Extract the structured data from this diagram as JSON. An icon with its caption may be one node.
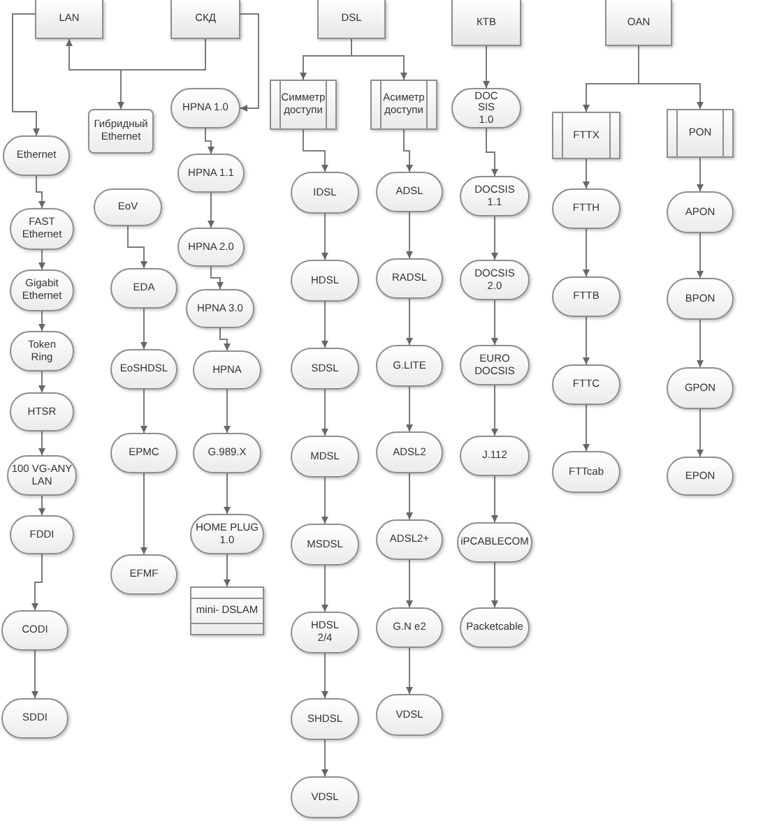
{
  "diagram": {
    "nodes": [
      {
        "text": [
          "LAN"
        ]
      },
      {
        "text": [
          "СКД"
        ]
      },
      {
        "text": [
          "DSL"
        ]
      },
      {
        "text": [
          "КТВ"
        ]
      },
      {
        "text": [
          "OAN"
        ]
      },
      {
        "text": [
          "Ethernet"
        ]
      },
      {
        "text": [
          "FAST Ethernet"
        ]
      },
      {
        "text": [
          "Gigabit Ethernet"
        ]
      },
      {
        "text": [
          "Token Ring"
        ]
      },
      {
        "text": [
          "HTSR"
        ]
      },
      {
        "text": [
          "100 VG-ANY LAN"
        ]
      },
      {
        "text": [
          "FDDI"
        ]
      },
      {
        "text": [
          "CODI"
        ]
      },
      {
        "text": [
          "SDDI"
        ]
      },
      {
        "text": [
          "Гибридный Ethernet"
        ]
      },
      {
        "text": [
          "EoV"
        ]
      },
      {
        "text": [
          "EDA"
        ]
      },
      {
        "text": [
          "EoSHDSL"
        ]
      },
      {
        "text": [
          "EPMC"
        ]
      },
      {
        "text": [
          "EFMF"
        ]
      },
      {
        "text": [
          "HPNA 1.0"
        ]
      },
      {
        "text": [
          "HPNA 1.1"
        ]
      },
      {
        "text": [
          "HPNA 2.0"
        ]
      },
      {
        "text": [
          "HPNA 3.0"
        ]
      },
      {
        "text": [
          "HPNA"
        ]
      },
      {
        "text": [
          "G.989.X"
        ]
      },
      {
        "text": [
          "HOME PLUG 1.0"
        ]
      },
      {
        "text": [
          "mini- DSLAM"
        ]
      },
      {
        "text": [
          "Симметр доступи"
        ]
      },
      {
        "text": [
          "IDSL"
        ]
      },
      {
        "text": [
          "HDSL"
        ]
      },
      {
        "text": [
          "SDSL"
        ]
      },
      {
        "text": [
          "MDSL"
        ]
      },
      {
        "text": [
          "MSDSL"
        ]
      },
      {
        "text": [
          "HDSL 2/4"
        ]
      },
      {
        "text": [
          "SHDSL"
        ]
      },
      {
        "text": [
          "VDSL"
        ]
      },
      {
        "text": [
          "Асиметр доступи"
        ]
      },
      {
        "text": [
          "ADSL"
        ]
      },
      {
        "text": [
          "RADSL"
        ]
      },
      {
        "text": [
          "G.LITE"
        ]
      },
      {
        "text": [
          "ADSL2"
        ]
      },
      {
        "text": [
          "ADSL2+"
        ]
      },
      {
        "text": [
          "G.N e2"
        ]
      },
      {
        "text": [
          "VDSL"
        ]
      },
      {
        "text": [
          "DOC SIS 1.0"
        ]
      },
      {
        "text": [
          "DOCSIS 1.1"
        ]
      },
      {
        "text": [
          "DOCSIS 2.0"
        ]
      },
      {
        "text": [
          "EURO DOCSIS"
        ]
      },
      {
        "text": [
          "J.112"
        ]
      },
      {
        "text": [
          "iPCABLECOM"
        ]
      },
      {
        "text": [
          "Packetcable"
        ]
      },
      {
        "text": [
          "FTTX"
        ]
      },
      {
        "text": [
          "FTTH"
        ]
      },
      {
        "text": [
          "FTTB"
        ]
      },
      {
        "text": [
          "FTTC"
        ]
      },
      {
        "text": [
          "FTTcab"
        ]
      },
      {
        "text": [
          "PON"
        ]
      },
      {
        "text": [
          "APON"
        ]
      },
      {
        "text": [
          "BPON"
        ]
      },
      {
        "text": [
          "GPON"
        ]
      },
      {
        "text": [
          "EPON"
        ]
      }
    ],
    "edges": [
      {
        "from": 0,
        "to": 5,
        "arrow": "to"
      },
      {
        "from": 1,
        "to": 0,
        "arrow": "to"
      },
      {
        "from": 1,
        "to": 14,
        "arrow": "to"
      },
      {
        "from": 1,
        "to": 20,
        "arrow": "to"
      },
      {
        "from": 2,
        "to": 28,
        "arrow": "to"
      },
      {
        "from": 2,
        "to": 37,
        "arrow": "to"
      },
      {
        "from": 3,
        "to": 45,
        "arrow": "to"
      },
      {
        "from": 4,
        "to": 52,
        "arrow": "to"
      },
      {
        "from": 4,
        "to": 57,
        "arrow": "to"
      },
      {
        "from": 5,
        "to": 6,
        "arrow": "to"
      },
      {
        "from": 6,
        "to": 7,
        "arrow": "to"
      },
      {
        "from": 7,
        "to": 8,
        "arrow": "to"
      },
      {
        "from": 8,
        "to": 9,
        "arrow": "to"
      },
      {
        "from": 9,
        "to": 10,
        "arrow": "to"
      },
      {
        "from": 10,
        "to": 11,
        "arrow": "to"
      },
      {
        "from": 11,
        "to": 12,
        "arrow": "to"
      },
      {
        "from": 12,
        "to": 13,
        "arrow": "to"
      },
      {
        "from": 15,
        "to": 16,
        "arrow": "to"
      },
      {
        "from": 16,
        "to": 17,
        "arrow": "to"
      },
      {
        "from": 17,
        "to": 18,
        "arrow": "to"
      },
      {
        "from": 18,
        "to": 19,
        "arrow": "to"
      },
      {
        "from": 20,
        "to": 21,
        "arrow": "to"
      },
      {
        "from": 21,
        "to": 22,
        "arrow": "to"
      },
      {
        "from": 22,
        "to": 23,
        "arrow": "to"
      },
      {
        "from": 23,
        "to": 24,
        "arrow": "to"
      },
      {
        "from": 24,
        "to": 25,
        "arrow": "to"
      },
      {
        "from": 25,
        "to": 26,
        "arrow": "to"
      },
      {
        "from": 26,
        "to": 27,
        "arrow": "to"
      },
      {
        "from": 28,
        "to": 29,
        "arrow": "to"
      },
      {
        "from": 29,
        "to": 30,
        "arrow": "to"
      },
      {
        "from": 30,
        "to": 31,
        "arrow": "to"
      },
      {
        "from": 31,
        "to": 32,
        "arrow": "to"
      },
      {
        "from": 32,
        "to": 33,
        "arrow": "to"
      },
      {
        "from": 33,
        "to": 34,
        "arrow": "to"
      },
      {
        "from": 34,
        "to": 35,
        "arrow": "to"
      },
      {
        "from": 35,
        "to": 36,
        "arrow": "to"
      },
      {
        "from": 37,
        "to": 38,
        "arrow": "to"
      },
      {
        "from": 38,
        "to": 39,
        "arrow": "to"
      },
      {
        "from": 39,
        "to": 40,
        "arrow": "to"
      },
      {
        "from": 40,
        "to": 41,
        "arrow": "to"
      },
      {
        "from": 41,
        "to": 42,
        "arrow": "to"
      },
      {
        "from": 42,
        "to": 43,
        "arrow": "to"
      },
      {
        "from": 43,
        "to": 44,
        "arrow": "to"
      },
      {
        "from": 45,
        "to": 46,
        "arrow": "to"
      },
      {
        "from": 46,
        "to": 47,
        "arrow": "to"
      },
      {
        "from": 47,
        "to": 48,
        "arrow": "to"
      },
      {
        "from": 48,
        "to": 49,
        "arrow": "to"
      },
      {
        "from": 49,
        "to": 50,
        "arrow": "to"
      },
      {
        "from": 50,
        "to": 51,
        "arrow": "to"
      },
      {
        "from": 52,
        "to": 53,
        "arrow": "to"
      },
      {
        "from": 53,
        "to": 54,
        "arrow": "to"
      },
      {
        "from": 54,
        "to": 55,
        "arrow": "to"
      },
      {
        "from": 55,
        "to": 56,
        "arrow": "to"
      },
      {
        "from": 57,
        "to": 58,
        "arrow": "to"
      },
      {
        "from": 58,
        "to": 59,
        "arrow": "to"
      },
      {
        "from": 59,
        "to": 60,
        "arrow": "to"
      },
      {
        "from": 60,
        "to": 61,
        "arrow": "to"
      }
    ]
  }
}
